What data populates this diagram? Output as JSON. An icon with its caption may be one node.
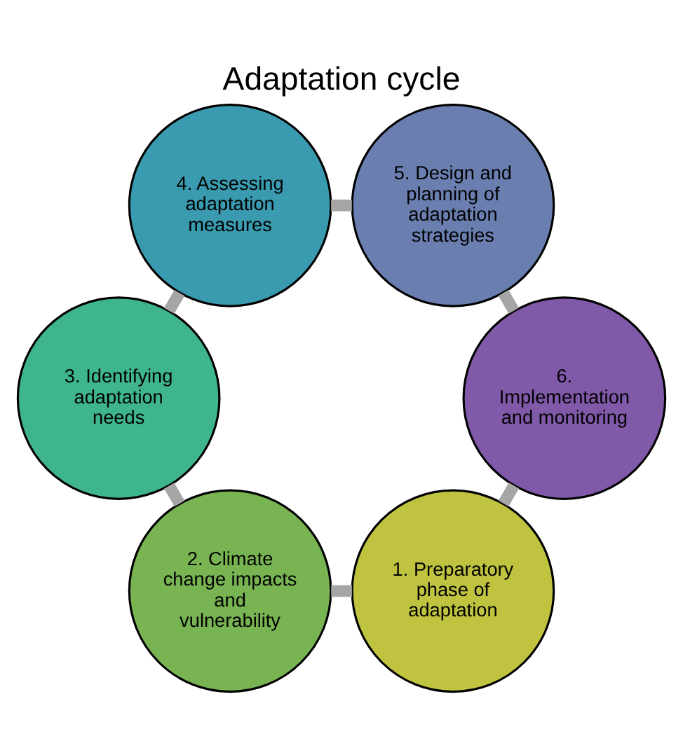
{
  "diagram": {
    "title": "Adaptation cycle",
    "nodes": [
      {
        "text": [
          "1. Preparatory phase of adaptation"
        ]
      },
      {
        "text": [
          "2. Climate change impacts and vulnerability"
        ]
      },
      {
        "text": [
          "3. Identifying adaptation needs"
        ]
      },
      {
        "text": [
          "4. Assessing adaptation measures"
        ]
      },
      {
        "text": [
          "5. Design and planning of adaptation strategies"
        ]
      },
      {
        "text": [
          "6. Implementation and monitoring"
        ]
      }
    ],
    "edges": [
      {
        "from": 0,
        "to": 1,
        "arrow": "none"
      },
      {
        "from": 1,
        "to": 2,
        "arrow": "none"
      },
      {
        "from": 2,
        "to": 3,
        "arrow": "none"
      },
      {
        "from": 3,
        "to": 4,
        "arrow": "none"
      },
      {
        "from": 4,
        "to": 5,
        "arrow": "none"
      },
      {
        "from": 5,
        "to": 0,
        "arrow": "none"
      }
    ]
  }
}
